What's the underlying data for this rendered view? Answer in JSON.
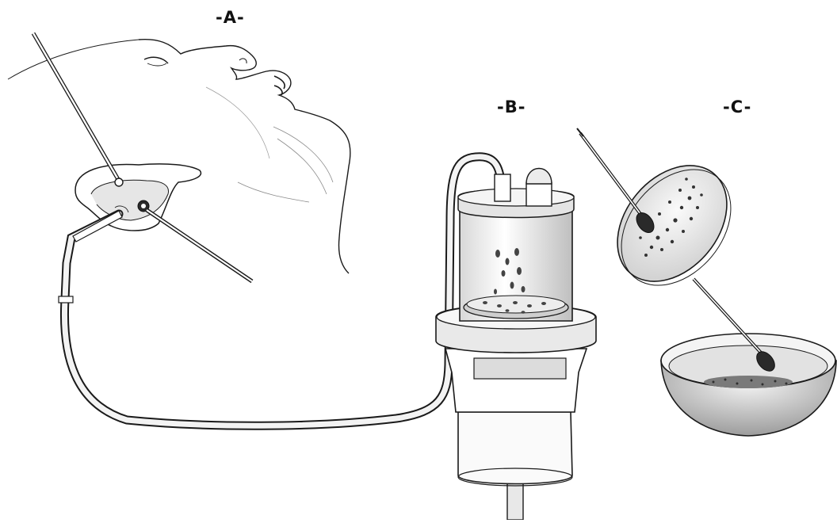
{
  "figure": {
    "labels": {
      "a": "-A-",
      "b": "-B-",
      "c": "-C-"
    },
    "colors": {
      "ink": "#1a1a1a",
      "shade": "#bdbdbd",
      "paper": "#ffffff"
    }
  }
}
